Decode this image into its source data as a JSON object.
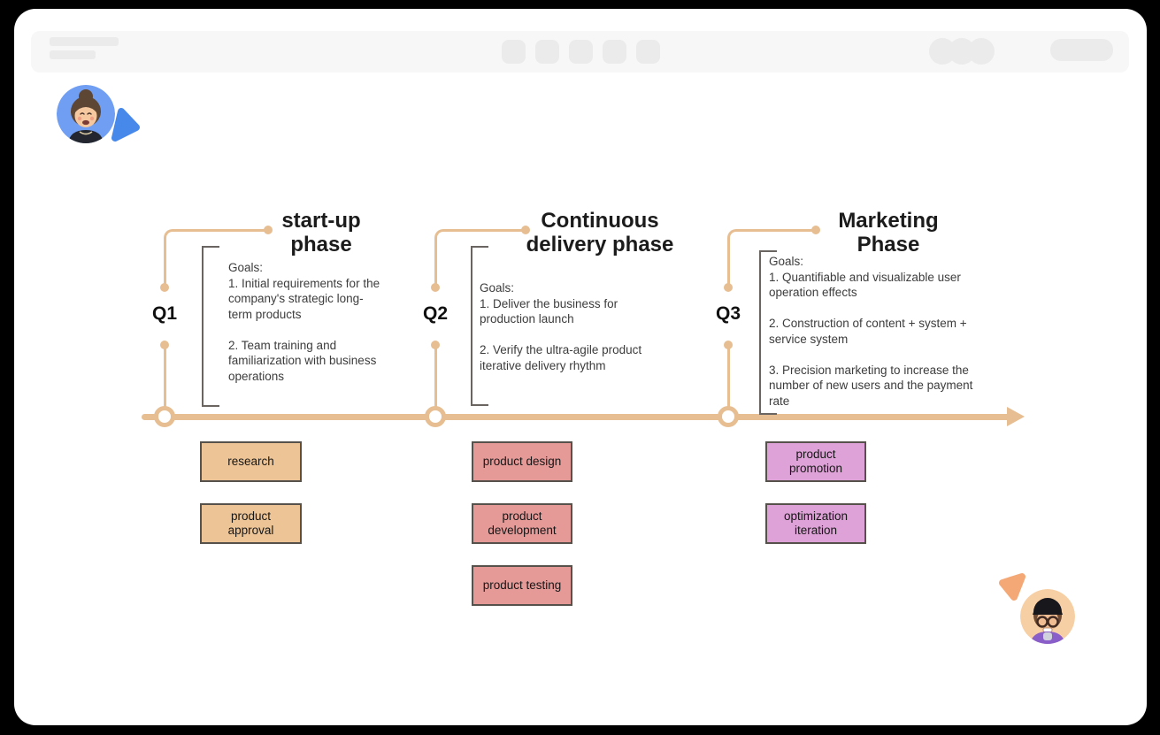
{
  "colors": {
    "timeline_accent": "#e6be92",
    "bracket_gray": "#6a6560",
    "phase1_box_fill": "#edc495",
    "phase2_box_fill": "#e59a98",
    "phase3_box_fill": "#dfa2d8",
    "cursor_blue": "#4789ea",
    "cursor_orange": "#f4a876"
  },
  "phases": [
    {
      "quarter": "Q1",
      "title": "start-up\nphase",
      "goals": "Goals:\n1. Initial requirements for the\ncompany's strategic long-\nterm products\n\n2. Team training and\nfamiliarization with business\noperations",
      "tasks": [
        "research",
        "product\napproval"
      ]
    },
    {
      "quarter": "Q2",
      "title": "Continuous\ndelivery phase",
      "goals": "Goals:\n1. Deliver the business for\nproduction launch\n\n2. Verify the ultra-agile product\niterative delivery rhythm",
      "tasks": [
        "product design",
        "product\ndevelopment",
        "product testing"
      ]
    },
    {
      "quarter": "Q3",
      "title": "Marketing\nPhase",
      "goals": "Goals:\n1. Quantifiable and visualizable user\noperation effects\n\n2. Construction of content + system +\nservice system\n\n3. Precision marketing to increase the\nnumber of new users and the payment\nrate",
      "tasks": [
        "product\npromotion",
        "optimization\niteration"
      ]
    }
  ]
}
